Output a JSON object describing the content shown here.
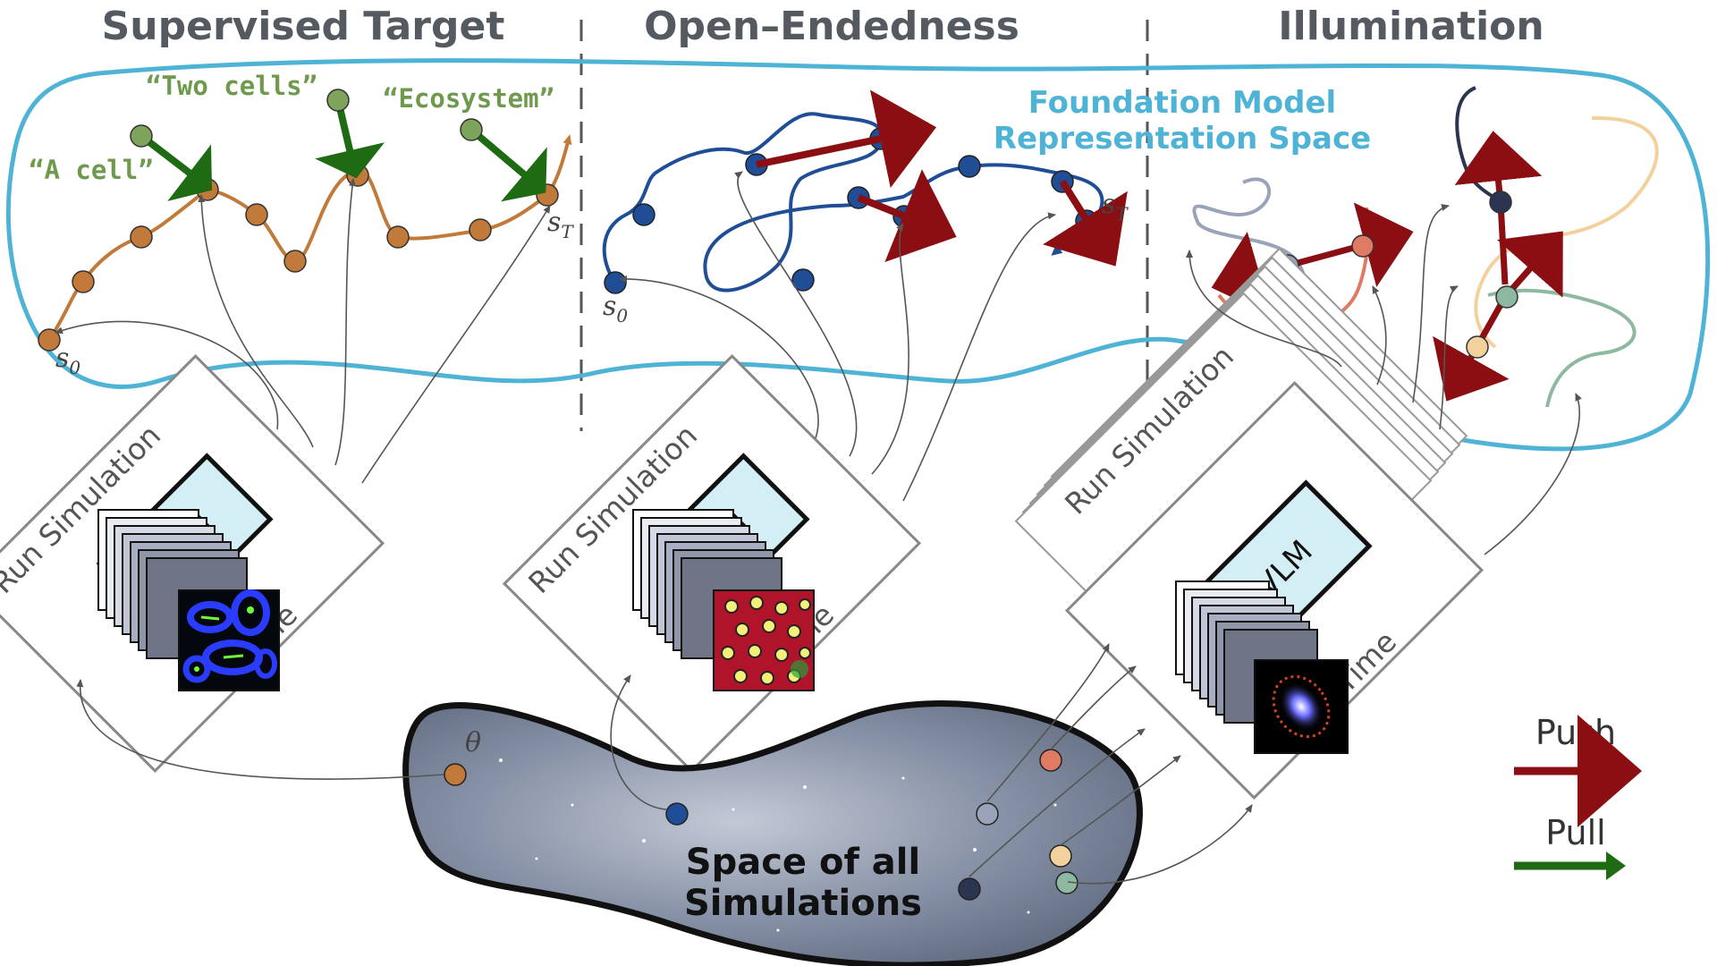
{
  "titles": {
    "supervised": "Supervised Target",
    "open_endedness": "Open–Endedness",
    "illumination": "Illumination"
  },
  "prompts": {
    "a_cell": "“A cell”",
    "two_cells": "“Two cells”",
    "ecosystem": "“Ecosystem”"
  },
  "foundation_model": {
    "line1": "Foundation Model",
    "line2": "Representation Space"
  },
  "simulation": {
    "run_label": "Run Simulation",
    "time_label": "Time",
    "vlm_label": "VLM"
  },
  "math": {
    "s": "s",
    "sub_0": "0",
    "sub_T": "T",
    "theta": "θ"
  },
  "space": {
    "line1": "Space of all",
    "line2": "Simulations"
  },
  "legend": {
    "push": "Push",
    "pull": "Pull"
  },
  "colors": {
    "representation_boundary": "#4fb3d6",
    "supervised_path": "#c27a3a",
    "open_ended_path": "#1f4e96",
    "push_arrow": "#8b0f12",
    "pull_arrow": "#1e6b14",
    "prompt_node": "#7ea35b",
    "vlm_fill": "#d4eef6"
  }
}
